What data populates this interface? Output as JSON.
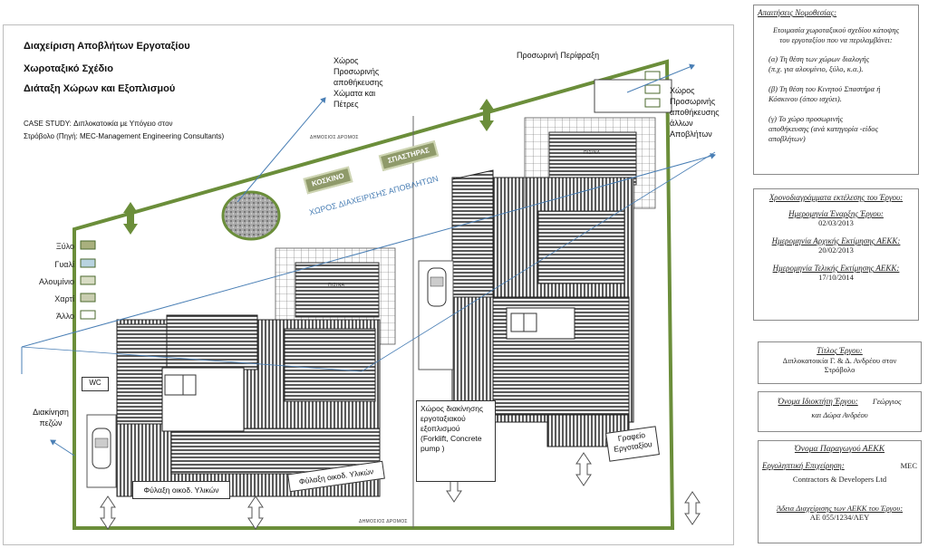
{
  "plan": {
    "title_lines": [
      "Διαχείριση Αποβλήτων Εργοταξίου",
      "Χωροταξικό Σχέδιο",
      "Διάταξη Χώρων και Εξοπλισμού"
    ],
    "case_study_line1": "CASE STUDY: Διπλοκατοικία με Υπόγειο στον",
    "case_study_line2": "Στρόβολο (Πηγή: MEC-Management Engineering Consultants)",
    "labels": {
      "storage_soil": [
        "Χώρος",
        "Προσωρινής",
        "αποθήκευσης",
        "Χώματα και",
        "Πέτρες"
      ],
      "temp_perimeter": "Προσωρινή Περίφραξη",
      "storage_other": [
        "Χώρος",
        "Προσωρινής",
        "αποθήκευσης",
        "άλλων",
        "Αποβλήτων"
      ],
      "public_road": "ΔΗΜΟΣΙΟΣ ΔΡΟΜΟΣ",
      "koskino": "ΚΟΣΚΙΝΟ",
      "spastiras": "ΣΠΑΣΤΗΡΑΣ",
      "waste_area": "ΧΩΡΟΣ ΔΙΑΧΕΙΡΙΣΗΣ ΑΠΟΒΛΗΤΩΝ",
      "pool": "ΠΙΣΙΝΑ",
      "wc": "WC",
      "pedestrians": [
        "Διακίνηση",
        "πεζών"
      ],
      "equipment_area": [
        "Χώρος διακίνησης",
        "εργοταξιακού",
        "εξοπλισμού",
        "(Forklift, Concrete",
        "pump )"
      ],
      "site_office": [
        "Γραφείο",
        "Εργοταξίου"
      ],
      "storage_materials_1": "Φύλαξη οικοδ. Υλικών",
      "storage_materials_2": "Φύλαξη οικοδ. Υλικών"
    },
    "legend": [
      {
        "label": "Ξύλο",
        "color": "#a9b07e"
      },
      {
        "label": "Γυαλί",
        "color": "#b8d3e0"
      },
      {
        "label": "Αλουμίνιο",
        "color": "#d8dcc4"
      },
      {
        "label": "Χαρτί",
        "color": "#c9cdb0"
      },
      {
        "label": "Άλλο",
        "color": "#ffffff"
      }
    ],
    "colors": {
      "boundary": "#6b8e3a",
      "arrow_blue": "#4a7fb5",
      "roof": "#3a3a3a"
    }
  },
  "sidebar": {
    "legislation": {
      "title": "Απαιτήσεις Νομοθεσίας:",
      "intro": [
        "Ετοιμασία χωροταξικού σχεδίου κάτοψης",
        "του εργοταξίου που να περιλαμβάνει:"
      ],
      "items": [
        [
          "(α) Τη θέση των χώρων διαλογής",
          "(π.χ. για αλουμίνιο, ξύλο, κ.α.)."
        ],
        [
          "(β) Τη θέση του Κινητού Σπαστήρα ή",
          "Κόσκινου (όπου ισχύει)."
        ],
        [
          "(γ) Το χώρο προσωρινής",
          "αποθήκευσης (ανά κατηγορία -είδος",
          "αποβλήτων)"
        ]
      ]
    },
    "schedule": {
      "title": "Χρονοδιαγράμματα εκτέλεσης του Έργου:",
      "start_label": "Ημερομηνία Έναρξης Έργου:",
      "start_value": "02/03/2013",
      "initial_label": "Ημερομηνία Αρχικής Εκτίμησης ΑΕΚΚ:",
      "initial_value": "20/02/2013",
      "final_label": "Ημερομηνία Τελικής Εκτίμησης ΑΕΚΚ:",
      "final_value": "17/10/2014"
    },
    "project": {
      "title": "Τίτλος Έργου:",
      "lines": [
        "Διπλοκατοικία Γ. & Δ. Ανδρέου στον",
        "Στρόβολο"
      ]
    },
    "owner": {
      "label": "Όνομα Ιδιοκτήτη Έργου:",
      "line1_value": "Γεώργιος",
      "line2": "και Δώρα Ανδρέου"
    },
    "producer": {
      "title": "Όνομα Παραγωγού ΑΕΚΚ",
      "company_label": "Εργοληπτική Επιχείρηση:",
      "company_value_1": "MEC",
      "company_value_2": "Contractors & Developers Ltd",
      "license_label": "Άδεια Διαχείρισης των ΑΕΚΚ του Έργου:",
      "license_value": "ΑΕ 055/1234/ΛΕΥ"
    }
  }
}
